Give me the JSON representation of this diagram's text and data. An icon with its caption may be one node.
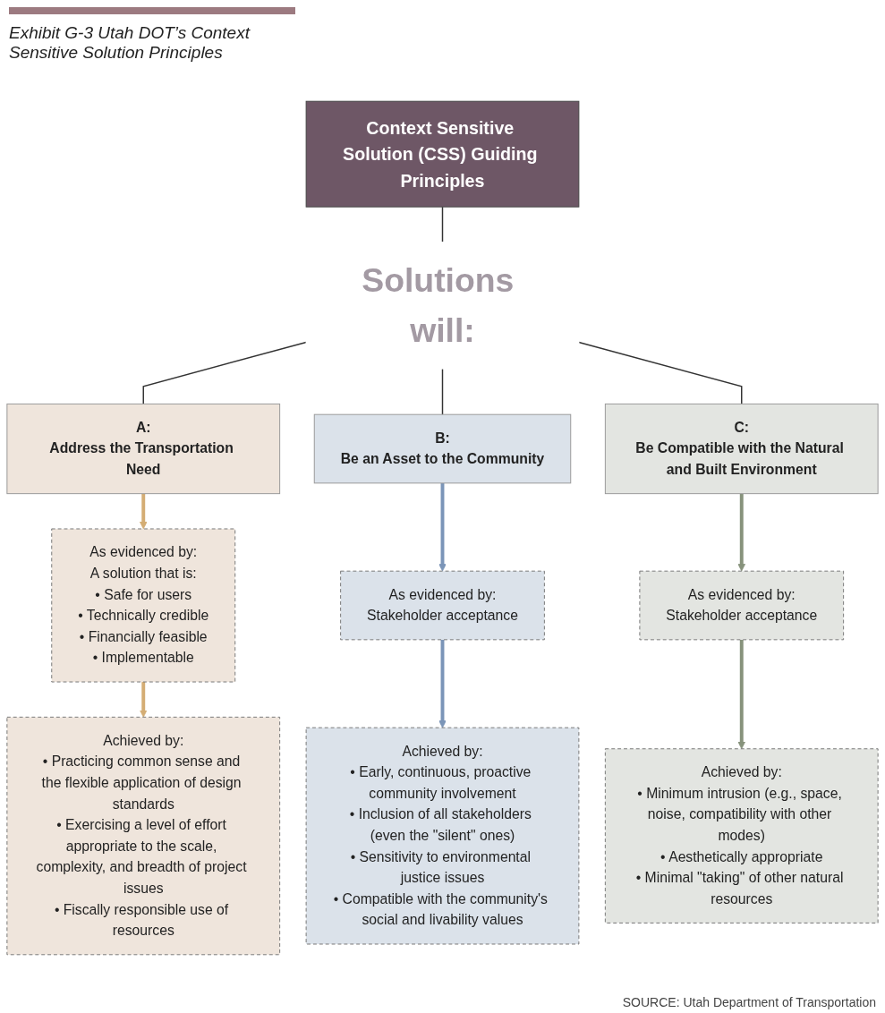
{
  "diagram": {
    "title": "Exhibit G-3 Utah DOT’s Context Sensitive Solution Principles",
    "caption": "SOURCE: Utah Department of Transportation",
    "nodes": [
      {
        "text": [
          "Context Sensitive Solution (CSS) Guiding Principles"
        ]
      },
      {
        "text": [
          "Solutions will:"
        ]
      },
      {
        "text": [
          "A:",
          "Address the Transportation Need"
        ]
      },
      {
        "text": [
          "As evidenced by:",
          "A solution that is:",
          "• Safe for users",
          "• Technically credible",
          "• Financially feasible",
          "• Implementable"
        ]
      },
      {
        "text": [
          "Achieved by:",
          "• Practicing common sense and the flexible application of design standards",
          "• Exercising a level of effort appropriate to the scale, complexity, and breadth of project issues",
          "• Fiscally responsible use of resources"
        ]
      },
      {
        "text": [
          "B:",
          "Be an Asset to the Community"
        ]
      },
      {
        "text": [
          "As evidenced by:",
          "Stakeholder acceptance"
        ]
      },
      {
        "text": [
          "Achieved by:",
          "• Early, continuous, proactive community involvement",
          "• Inclusion of all stakeholders (even the \"silent\" ones)",
          "• Sensitivity to environmental justice issues",
          "• Compatible with the community's social and livability values"
        ]
      },
      {
        "text": [
          "C:",
          "Be Compatible with the Natural and Built Environment"
        ]
      },
      {
        "text": [
          "As evidenced by:",
          "Stakeholder acceptance"
        ]
      },
      {
        "text": [
          "Achieved by:",
          "• Minimum intrusion (e.g., space, noise, compatibility with other modes)",
          "• Aesthetically appropriate",
          "• Minimal \"taking\" of other natural resources"
        ]
      }
    ],
    "edges": [
      {
        "from": 0,
        "to": 1,
        "arrow": "none"
      },
      {
        "from": 1,
        "to": 2,
        "arrow": "none"
      },
      {
        "from": 1,
        "to": 5,
        "arrow": "none"
      },
      {
        "from": 1,
        "to": 8,
        "arrow": "none"
      },
      {
        "from": 2,
        "to": 3,
        "arrow": "to",
        "color": "#d4ad74"
      },
      {
        "from": 3,
        "to": 4,
        "arrow": "to",
        "color": "#d4ad74"
      },
      {
        "from": 5,
        "to": 6,
        "arrow": "to",
        "color": "#7b95b8"
      },
      {
        "from": 6,
        "to": 7,
        "arrow": "to",
        "color": "#7b95b8"
      },
      {
        "from": 8,
        "to": 9,
        "arrow": "to",
        "color": "#87937c"
      },
      {
        "from": 9,
        "to": 10,
        "arrow": "to",
        "color": "#87937c"
      }
    ]
  }
}
